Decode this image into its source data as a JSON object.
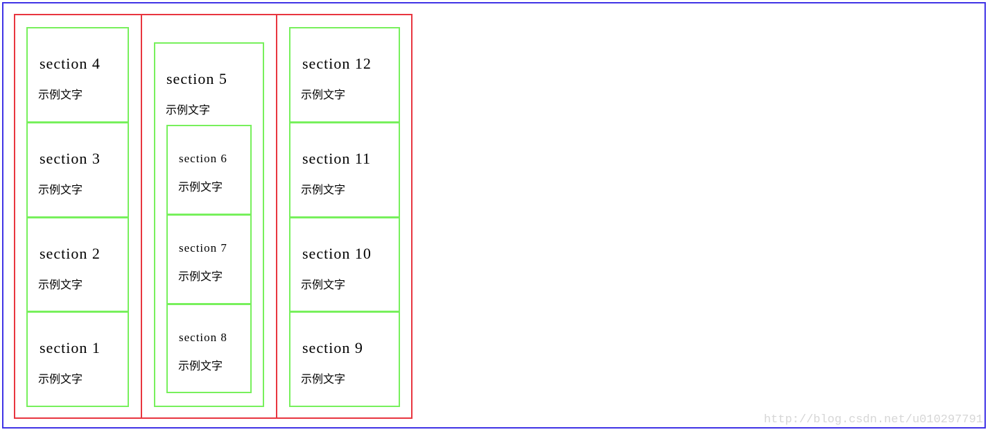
{
  "colors": {
    "outer_border": "#3f33e6",
    "column_border": "#e8353f",
    "section_border": "#77f05c",
    "watermark": "#d6d6d6"
  },
  "sample_text": "示例文字",
  "columns": [
    {
      "sections": [
        {
          "title": "section 4"
        },
        {
          "title": "section 3"
        },
        {
          "title": "section 2"
        },
        {
          "title": "section 1"
        }
      ]
    },
    {
      "parent": {
        "title": "section 5"
      },
      "children": [
        {
          "title": "section 6"
        },
        {
          "title": "section 7"
        },
        {
          "title": "section 8"
        }
      ]
    },
    {
      "sections": [
        {
          "title": "section 12"
        },
        {
          "title": "section 11"
        },
        {
          "title": "section 10"
        },
        {
          "title": "section 9"
        }
      ]
    }
  ],
  "watermark": "http://blog.csdn.net/u010297791"
}
